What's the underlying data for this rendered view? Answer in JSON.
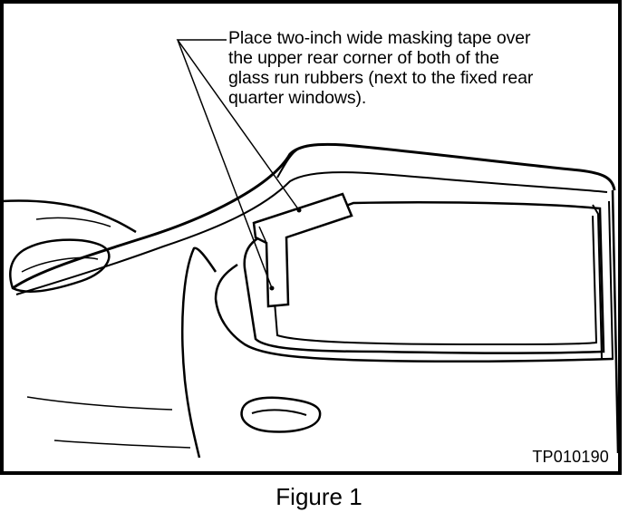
{
  "callout": {
    "lines": [
      "Place two-inch wide masking tape over",
      "the upper rear corner of both of the",
      "glass run rubbers (next to the fixed rear",
      "quarter windows)."
    ]
  },
  "drawing_id": "TP010190",
  "caption": "Figure 1"
}
